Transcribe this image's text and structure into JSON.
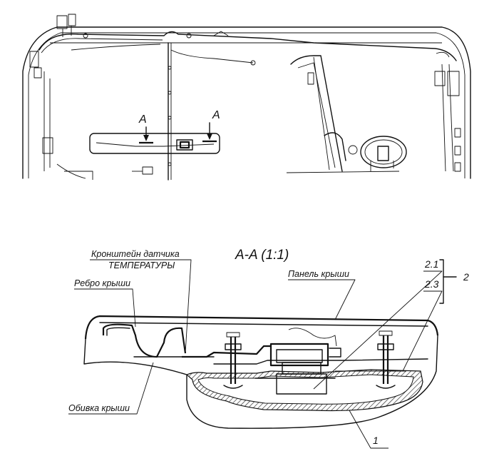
{
  "top_view": {
    "section_mark_left": "A",
    "section_mark_right": "A"
  },
  "section_view": {
    "title": "A-A (1:1)",
    "labels": {
      "bracket_line1": "Кронштейн  датчика",
      "bracket_line2": "ТЕМПЕРАТУРЫ",
      "rib": "Ребро крыши",
      "roof_panel": "Панель крыши",
      "trim": "Обивка  крыши"
    },
    "callouts": {
      "c21": "2.1",
      "c23": "2.3",
      "c2": "2",
      "c1": "1"
    }
  }
}
